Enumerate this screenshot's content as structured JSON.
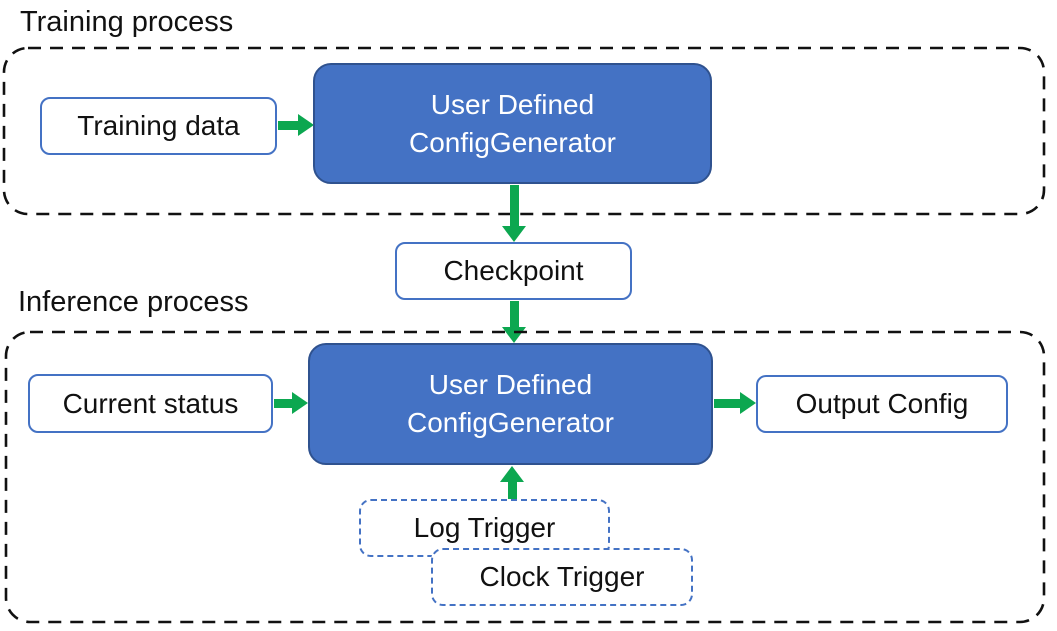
{
  "training": {
    "label": "Training process",
    "input_box": "Training data",
    "generator_line1": "User Defined",
    "generator_line2": "ConfigGenerator"
  },
  "checkpoint": {
    "label": "Checkpoint"
  },
  "inference": {
    "label": "Inference process",
    "input_box": "Current status",
    "generator_line1": "User Defined",
    "generator_line2": "ConfigGenerator",
    "output_box": "Output Config",
    "log_trigger": "Log Trigger",
    "clock_trigger": "Clock Trigger"
  },
  "colors": {
    "generator_fill": "#4472C4",
    "generator_border": "#2F528F",
    "box_border": "#4472C4",
    "trigger_border": "#4472C4",
    "arrow_green": "#0CA750",
    "container_dash": "#111111",
    "text_dark": "#111111",
    "text_light": "#FFFFFF"
  }
}
